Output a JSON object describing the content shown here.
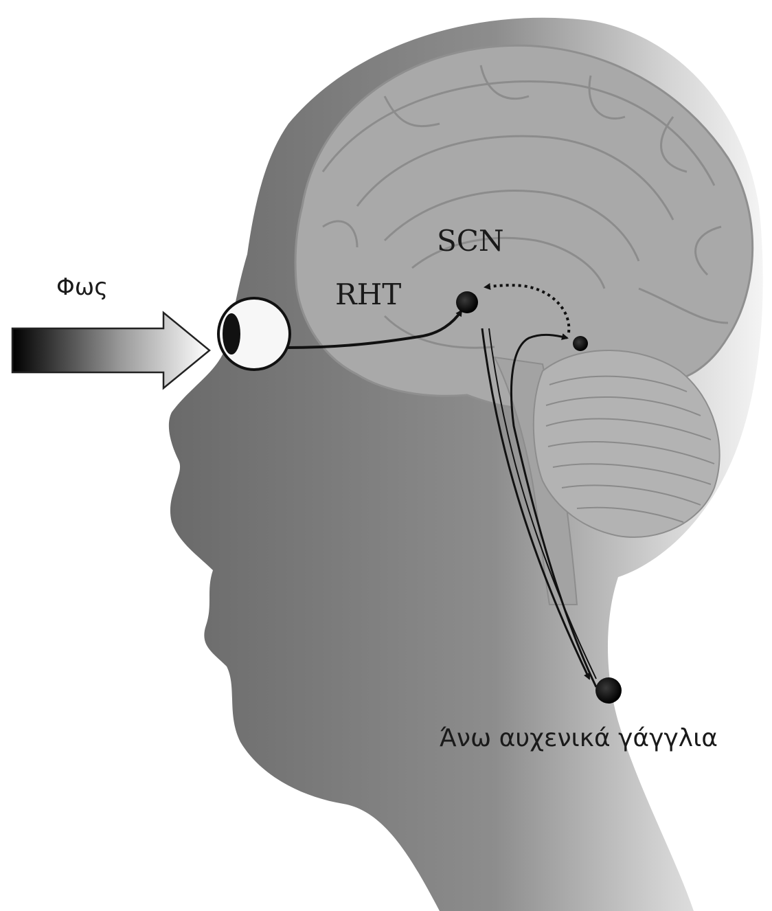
{
  "labels": {
    "light": "Φως",
    "rht": "RHT",
    "scn": "SCN",
    "ganglia": "Άνω αυχενικά γάγγλια"
  },
  "colors": {
    "background": "#ffffff",
    "head_dark": "#6e6e6e",
    "head_light": "#f2f2f2",
    "brain": "#a7a7a7",
    "brain_line": "#8e8e8e",
    "pathway": "#111111",
    "eye_white": "#f7f7f7"
  }
}
